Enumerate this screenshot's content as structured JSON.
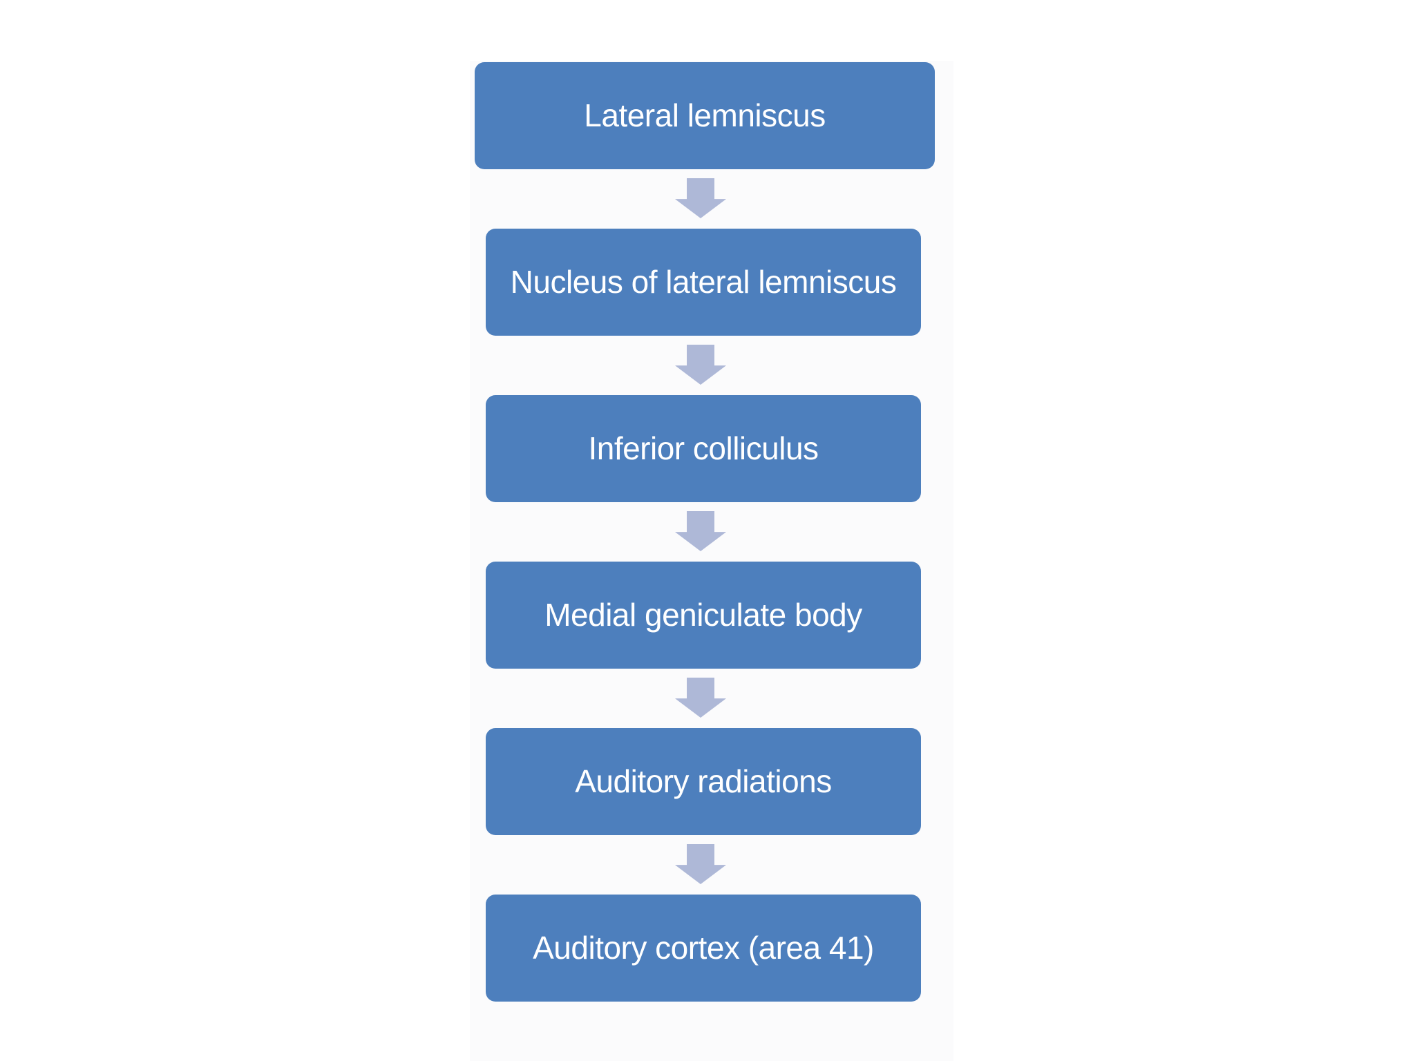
{
  "diagram": {
    "type": "flowchart",
    "orientation": "top-to-bottom",
    "description": "Auditory pathway sequence diagram",
    "steps": [
      {
        "label": "Lateral lemniscus"
      },
      {
        "label": "Nucleus of lateral lemniscus"
      },
      {
        "label": "Inferior colliculus"
      },
      {
        "label": "Medial geniculate body"
      },
      {
        "label": "Auditory radiations"
      },
      {
        "label": "Auditory cortex (area 41)"
      }
    ],
    "connector": "down-arrow",
    "colors": {
      "node_fill": "#4d7fbd",
      "node_text": "#ffffff",
      "arrow_fill": "#aeb8d7",
      "page_background": "#ffffff",
      "panel_background": "#fbfbfc"
    }
  }
}
